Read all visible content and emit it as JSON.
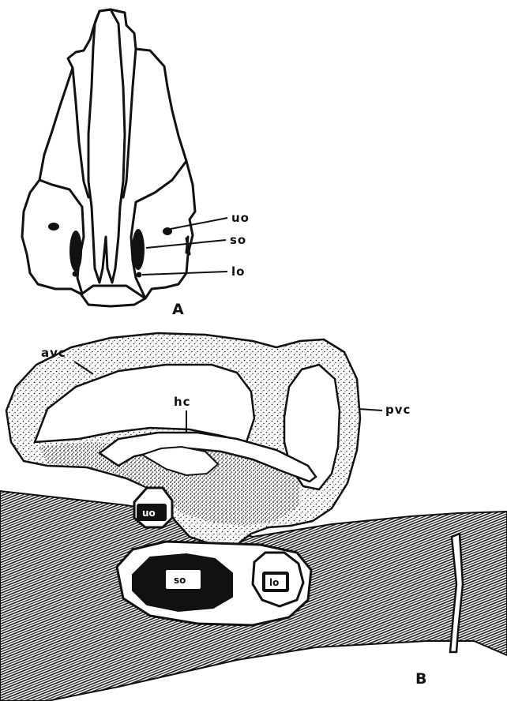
{
  "panelA": {
    "label": "A",
    "labels": {
      "uo": "uo",
      "so": "so",
      "lo": "lo"
    }
  },
  "panelB": {
    "label": "B",
    "labels": {
      "avc": "avc",
      "hc": "hc",
      "pvc": "pvc",
      "uo": "uo",
      "so": "so",
      "lo": "lo"
    }
  },
  "colors": {
    "ink": "#111111",
    "paper": "#ffffff"
  }
}
